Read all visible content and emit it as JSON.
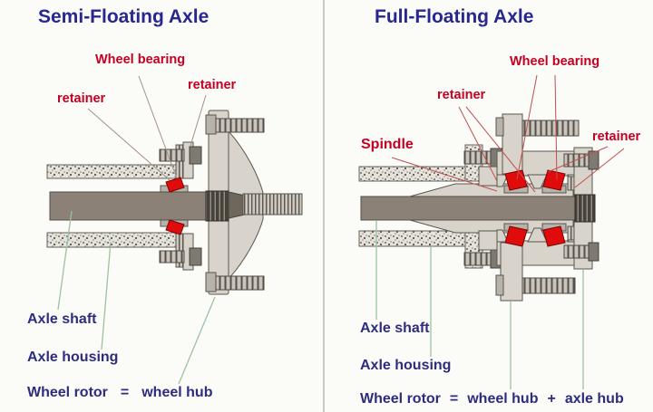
{
  "colors": {
    "background": "#fbfbf8",
    "divider": "#c9c9c5",
    "title_blue": "#27278f",
    "label_red": "#c40022",
    "label_navy": "#2e2c7e",
    "bearing_red": "#e00b0b",
    "metal_light": "#d8d4cb",
    "metal_outline": "#5a564e",
    "shaft_brown": "#8b8177",
    "leader_tan": "#a39384",
    "leader_red": "#c05050",
    "leader_green": "#9cc2a0"
  },
  "panels": [
    {
      "title": "Semi-Floating Axle",
      "labels": {
        "wheel_bearing": "Wheel bearing",
        "retainer_left": "retainer",
        "retainer_right": "retainer",
        "axle_shaft": "Axle shaft",
        "axle_housing": "Axle housing"
      },
      "equation": [
        "Wheel rotor",
        "=",
        "wheel hub"
      ]
    },
    {
      "title": "Full-Floating Axle",
      "labels": {
        "wheel_bearing": "Wheel bearing",
        "retainer_left": "retainer",
        "retainer_right": "retainer",
        "spindle": "Spindle",
        "axle_shaft": "Axle shaft",
        "axle_housing": "Axle housing"
      },
      "equation": [
        "Wheel rotor",
        "=",
        "wheel hub",
        "+",
        "axle hub"
      ]
    }
  ]
}
